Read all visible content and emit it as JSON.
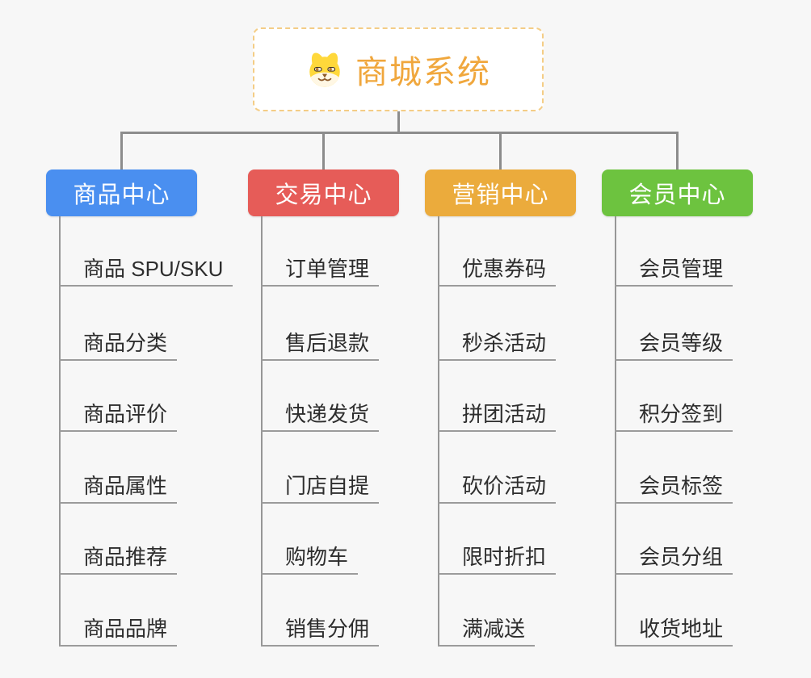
{
  "page": {
    "background": "#F7F7F7"
  },
  "root": {
    "title": "商城系统",
    "icon": "dog-face-icon",
    "title_color": "#F0A73D",
    "border_color": "#F4CD86"
  },
  "connectors": {
    "color": "#8C8C8C"
  },
  "branches": [
    {
      "label": "商品中心",
      "color": "#4A8FF0",
      "items": [
        "商品 SPU/SKU",
        "商品分类",
        "商品评价",
        "商品属性",
        "商品推荐",
        "商品品牌"
      ]
    },
    {
      "label": "交易中心",
      "color": "#E65C58",
      "items": [
        "订单管理",
        "售后退款",
        "快递发货",
        "门店自提",
        "购物车",
        "销售分佣"
      ]
    },
    {
      "label": "营销中心",
      "color": "#EBAB3C",
      "items": [
        "优惠券码",
        "秒杀活动",
        "拼团活动",
        "砍价活动",
        "限时折扣",
        "满减送"
      ]
    },
    {
      "label": "会员中心",
      "color": "#6DC33F",
      "items": [
        "会员管理",
        "会员等级",
        "积分签到",
        "会员标签",
        "会员分组",
        "收货地址"
      ]
    }
  ]
}
